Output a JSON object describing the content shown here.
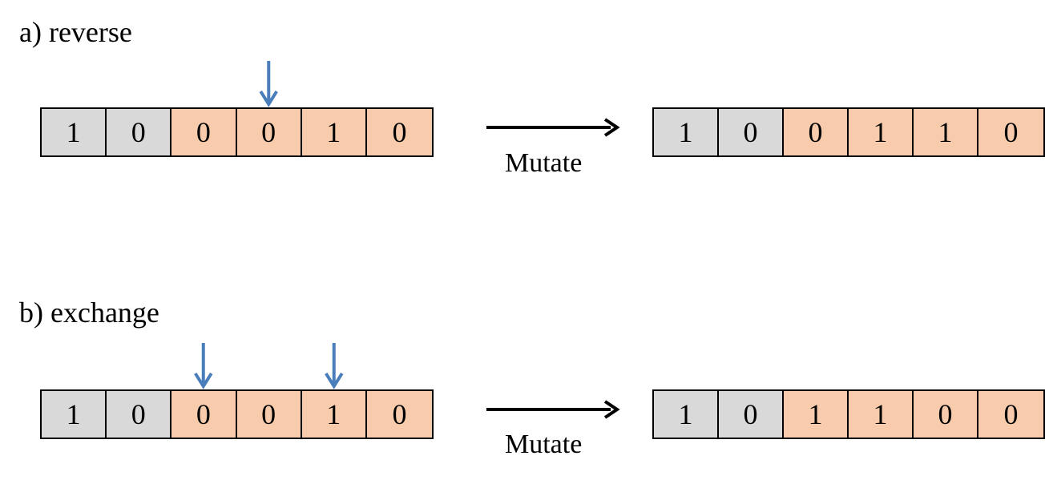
{
  "colors": {
    "gray": "#d9d9d9",
    "orange": "#f8cbad",
    "marker": "#4a7ebb"
  },
  "sections": [
    {
      "label": "a) reverse",
      "before": [
        "1",
        "0",
        "0",
        "0",
        "1",
        "0"
      ],
      "before_kinds": [
        "gray",
        "gray",
        "orange",
        "orange",
        "orange",
        "orange"
      ],
      "markers": [
        3
      ],
      "after": [
        "1",
        "0",
        "0",
        "1",
        "1",
        "0"
      ],
      "after_kinds": [
        "gray",
        "gray",
        "orange",
        "orange",
        "orange",
        "orange"
      ],
      "arrow_label": "Mutate"
    },
    {
      "label": "b) exchange",
      "before": [
        "1",
        "0",
        "0",
        "0",
        "1",
        "0"
      ],
      "before_kinds": [
        "gray",
        "gray",
        "orange",
        "orange",
        "orange",
        "orange"
      ],
      "markers": [
        2,
        4
      ],
      "after": [
        "1",
        "0",
        "1",
        "1",
        "0",
        "0"
      ],
      "after_kinds": [
        "gray",
        "gray",
        "orange",
        "orange",
        "orange",
        "orange"
      ],
      "arrow_label": "Mutate"
    }
  ]
}
